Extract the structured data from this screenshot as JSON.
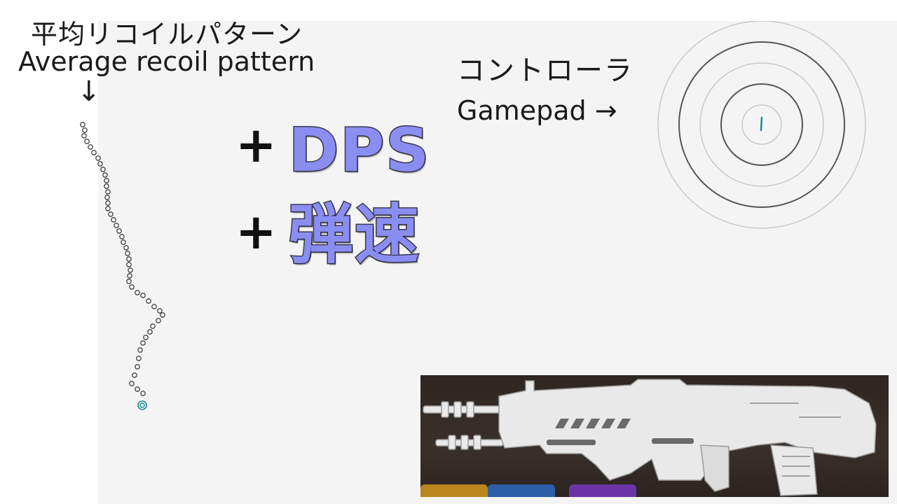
{
  "title_jp": "平均リコイルパターン",
  "title_en": "Average recoil pattern",
  "arrow_down": "↓",
  "controller_jp": "コントローラ",
  "gamepad_label": "Gamepad →",
  "plus_symbol": "+",
  "dps_label": "DPS",
  "velocity_label": "弾速",
  "colors": {
    "accent_text": "#8a8ef2",
    "marker_teal": "#1a8a96"
  },
  "icons": {
    "controller_target": "concentric-rings-icon",
    "weapon": "rifle-silhouette-icon"
  }
}
